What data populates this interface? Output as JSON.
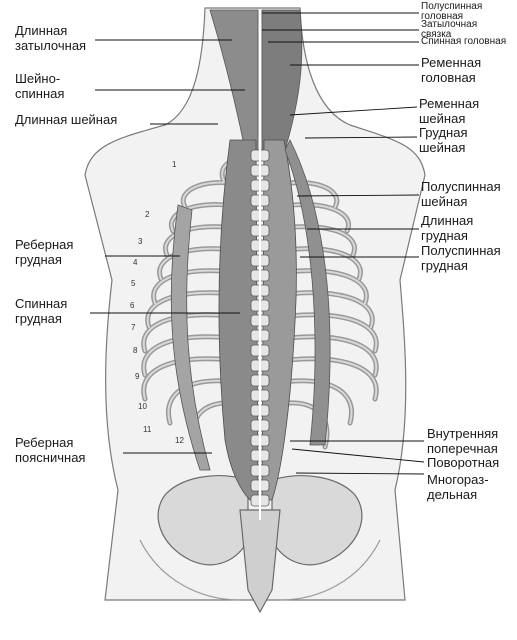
{
  "labels_left": [
    {
      "id": "dlinnaya-zatylochnaya",
      "lines": [
        "Длинная",
        "затылочная"
      ]
    },
    {
      "id": "sheyno-spinnaya",
      "lines": [
        "Шейно-",
        "спинная"
      ]
    },
    {
      "id": "dlinnaya-sheynaya",
      "lines": [
        "Длинная шейная"
      ]
    },
    {
      "id": "rebernaya-grudnaya",
      "lines": [
        "Реберная",
        "грудная"
      ]
    },
    {
      "id": "spinnaya-grudnaya",
      "lines": [
        "Спинная",
        "грудная"
      ]
    },
    {
      "id": "rebernaya-poyasnichnaya",
      "lines": [
        "Реберная",
        "поясничная"
      ]
    }
  ],
  "labels_right_small": [
    {
      "id": "poluspinnaya-golovnaya",
      "lines": [
        "Полуспинная",
        "головная"
      ]
    },
    {
      "id": "zatylochnaya-svyazka",
      "lines": [
        "Затылочная",
        "связка"
      ]
    },
    {
      "id": "spinnaya-golovnaya",
      "lines": [
        "Спинная головная"
      ]
    }
  ],
  "labels_right": [
    {
      "id": "remennaya-golovnaya",
      "lines": [
        "Ременная",
        "головная"
      ]
    },
    {
      "id": "remennaya-sheynaya",
      "lines": [
        "Ременная",
        "шейная"
      ]
    },
    {
      "id": "grudnaya-sheynaya",
      "lines": [
        "Грудная",
        "шейная"
      ]
    },
    {
      "id": "poluspinnaya-sheynaya",
      "lines": [
        "Полуспинная",
        "шейная"
      ]
    },
    {
      "id": "dlinnaya-grudnaya",
      "lines": [
        "Длинная",
        "грудная"
      ]
    },
    {
      "id": "poluspinnaya-grudnaya",
      "lines": [
        "Полуспинная",
        "грудная"
      ]
    },
    {
      "id": "vnutrennyaya-poperechnaya",
      "lines": [
        "Внутренняя",
        "поперечная"
      ]
    },
    {
      "id": "povorotnaya",
      "lines": [
        "Поворотная"
      ]
    },
    {
      "id": "mnogorazdelnaya",
      "lines": [
        "Многораз-",
        "дельная"
      ]
    }
  ],
  "rib_numbers": [
    "1",
    "2",
    "3",
    "4",
    "5",
    "6",
    "7",
    "8",
    "9",
    "10",
    "11",
    "12"
  ]
}
